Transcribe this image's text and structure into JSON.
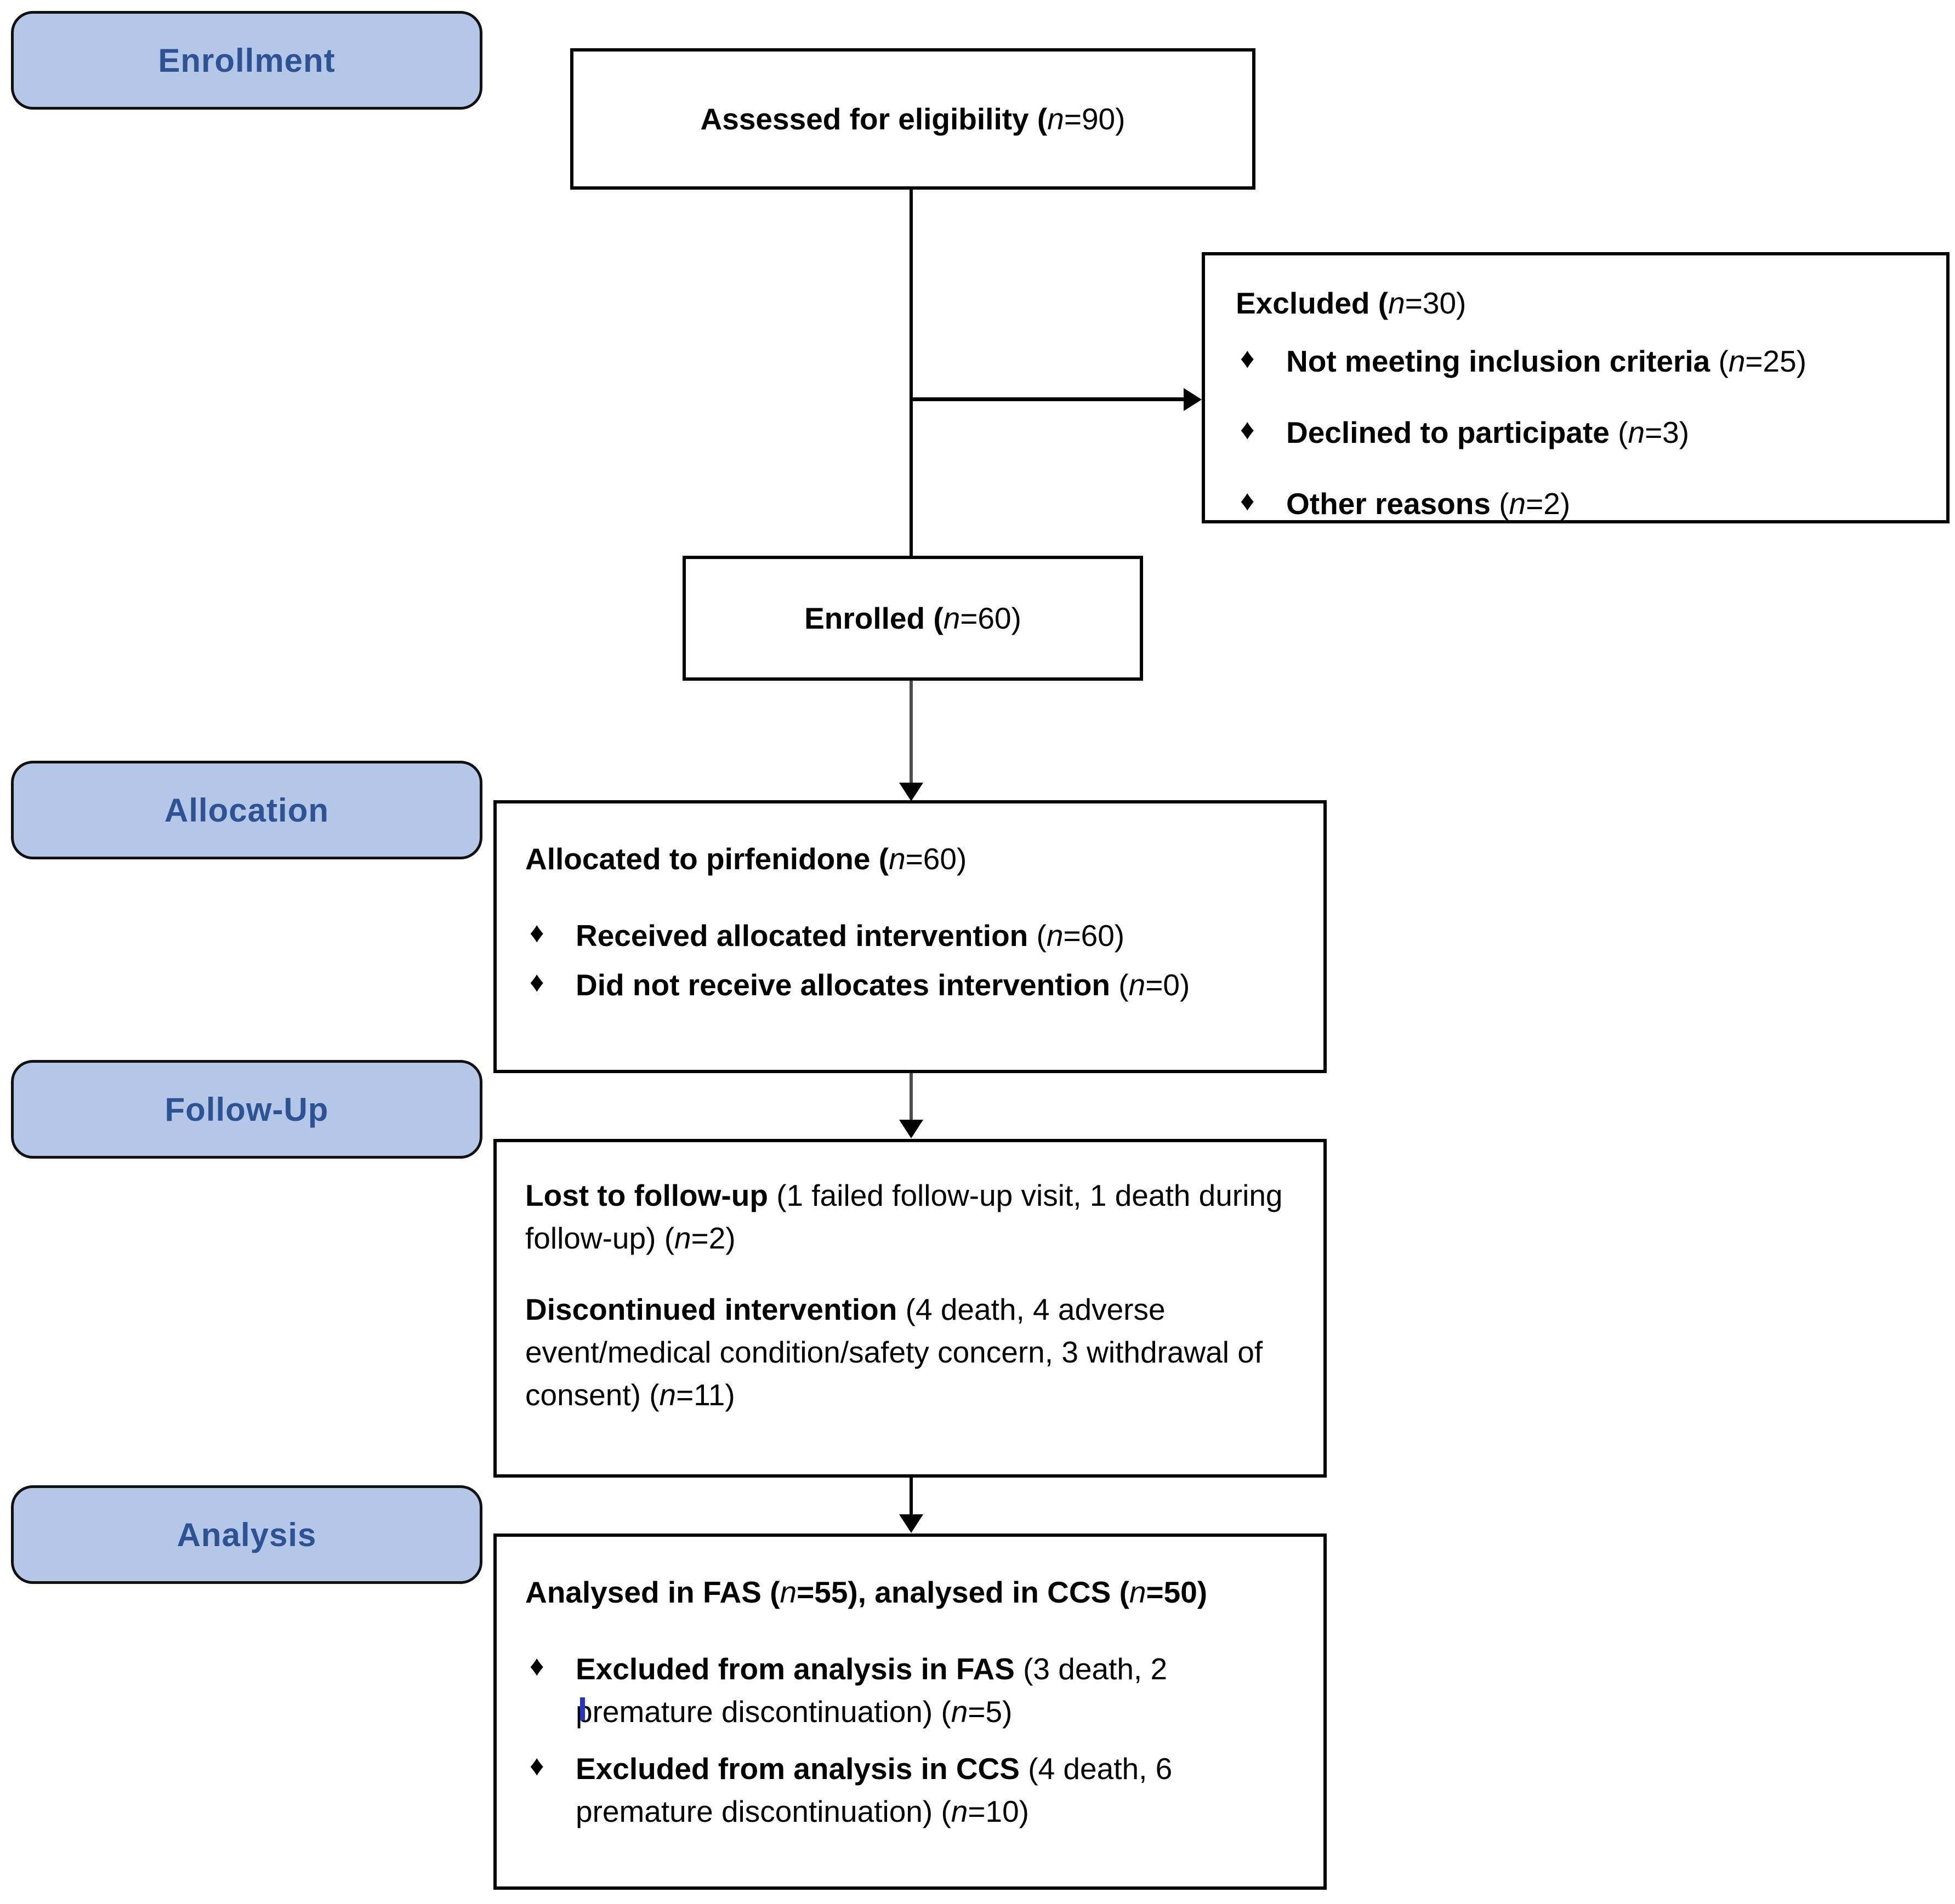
{
  "diagram": {
    "title": "CONSORT participant flow diagram",
    "accent_blue_fill": "#b4c7e7",
    "accent_blue_text": "#2e5395",
    "box_border": "#000000"
  },
  "stages": [
    {
      "id": "enrollment",
      "label": "Enrollment"
    },
    {
      "id": "allocation",
      "label": "Allocation"
    },
    {
      "id": "followup",
      "label": "Follow-Up"
    },
    {
      "id": "analysis",
      "label": "Analysis"
    }
  ],
  "nodes": {
    "assessed": {
      "lead": "Assessed for eligibility",
      "n_label": "n",
      "count": "=90"
    },
    "excluded": {
      "heading": "Excluded",
      "heading_n": "n",
      "heading_count": "=30",
      "bullet_glyph": "♦",
      "items": [
        {
          "text": "Not meeting inclusion criteria",
          "n_label": "n",
          "count": "=25"
        },
        {
          "text": "Declined to participate",
          "n_label": "n",
          "count": "=3"
        },
        {
          "text": " Other reasons",
          "n_label": "n",
          "count": "=2"
        }
      ]
    },
    "enrolled": {
      "lead": "Enrolled",
      "n_label": "n",
      "count": "=60"
    },
    "allocated": {
      "heading": "Allocated to pirfenidone",
      "heading_n": "n",
      "heading_count": "=60",
      "bullet_glyph": "♦",
      "items": [
        {
          "text": "Received allocated intervention",
          "n_label": "n",
          "count": "=60"
        },
        {
          "text": "Did not receive allocates intervention",
          "n_label": "n",
          "count": "=0"
        }
      ]
    },
    "followup": {
      "para1_bold": "Lost to follow-up",
      "para1_rest": " (1 failed follow-up visit, 1 death during follow-up) (",
      "para1_n": "n",
      "para1_count": "=2)",
      "para2_bold": "Discontinued intervention",
      "para2_rest": " (4 death, 4 adverse event/medical condition/safety concern, 3 withdrawal of consent) (",
      "para2_n": "n",
      "para2_count": "=11)"
    },
    "analysis": {
      "heading_a": "Analysed in FAS (",
      "heading_a_n": "n",
      "heading_a_count": "=55), ",
      "heading_b": "analysed in CCS (",
      "heading_b_n": "n",
      "heading_b_count": "=50)",
      "bullet_glyph": "♦",
      "items": [
        {
          "bold": "Excluded from analysis in FAS",
          "rest": " (3 death, 2 premature discontinuation) (",
          "n_label": "n",
          "count": "=5)"
        },
        {
          "bold": "Excluded from analysis in CCS",
          "rest": " (4 death, 6 premature discontinuation) (",
          "n_label": "n",
          "count": "=10)"
        }
      ]
    }
  }
}
